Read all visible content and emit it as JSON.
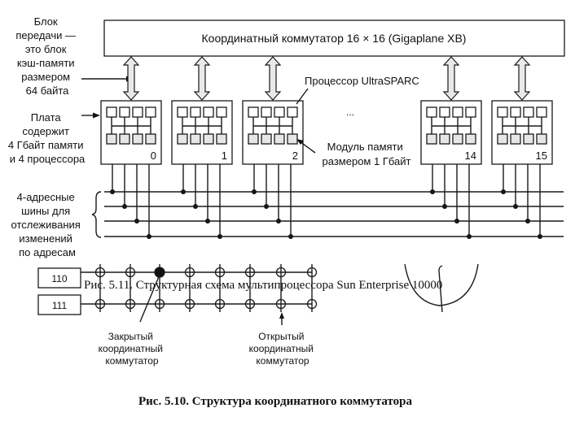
{
  "top_crossbar": {
    "label": "Координатный коммутатор 16 × 16 (Gigaplane XB)"
  },
  "left_annotations": {
    "transfer_block": [
      "Блок",
      "передачи —",
      "это блок",
      "кэш-памяти",
      "размером",
      "64 байта"
    ],
    "board": [
      "Плата",
      "содержит",
      "4 Гбайт памяти",
      "и 4 процессора"
    ],
    "snoop_buses": [
      "4-адресные",
      "шины для",
      "отслеживания",
      "изменений",
      "по адресам"
    ]
  },
  "callouts": {
    "processor": "Процессор UltraSPARC",
    "memory_module": [
      "Модуль памяти",
      "размером 1 Гбайт"
    ],
    "ellipsis": "..."
  },
  "boards": [
    {
      "number": "0"
    },
    {
      "number": "1"
    },
    {
      "number": "2"
    },
    {
      "number": "14"
    },
    {
      "number": "15"
    }
  ],
  "crossbar_detail": {
    "rows": [
      "110",
      "111"
    ],
    "closed_switch_label": [
      "Закрытый",
      "координатный",
      "коммутатор"
    ],
    "open_switch_label": [
      "Открытый",
      "координатный",
      "коммутатор"
    ]
  },
  "captions": {
    "fig_5_11": "Рис. 5.11. Структурная схема мультипроцессора Sun Enterprise 10000",
    "fig_5_10": "Рис. 5.10. Структура координатного коммутатора"
  }
}
